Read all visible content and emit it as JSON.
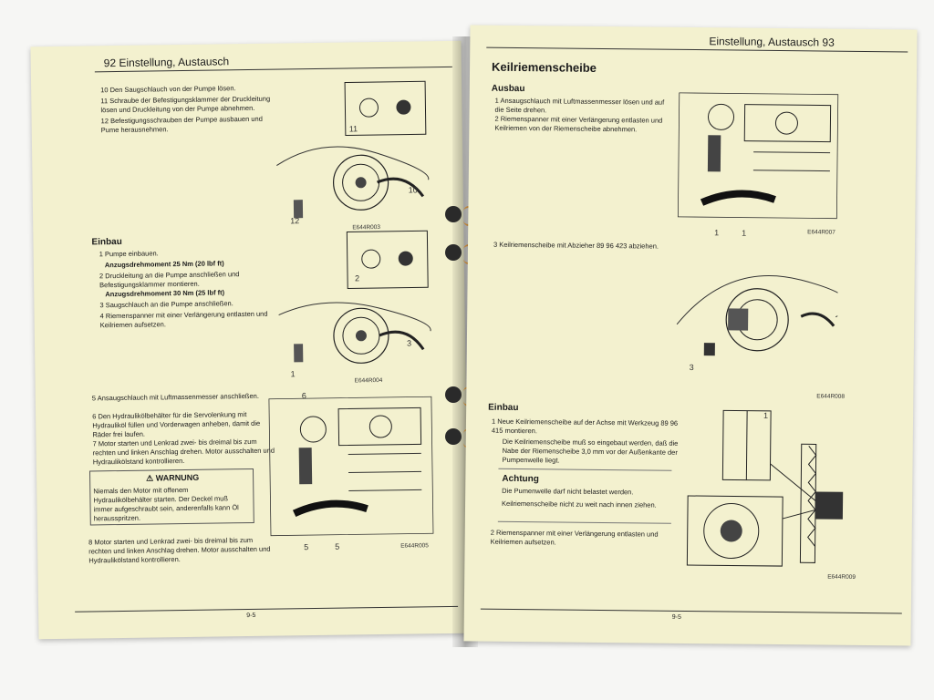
{
  "left_page": {
    "header": "92 Einstellung, Austausch",
    "steps_top": [
      "10 Den Saugschlauch von der Pumpe lösen.",
      "11 Schraube der Befestigungsklammer der Druckleitung lösen und Druckleitung von der Pumpe abnehmen.",
      "12 Befestigungsschrauben der Pumpe ausbauen und Pume herausnehmen."
    ],
    "einbau_heading": "Einbau",
    "einbau_steps": [
      "1 Pumpe einbauen.",
      "Anzugsdrehmoment 25 Nm (20 lbf ft)",
      "2 Druckleitung an die Pumpe anschließen und Befestigungsklammer montieren.",
      "Anzugsdrehmoment 30 Nm (25 lbf ft)",
      "3 Saugschlauch an die Pumpe anschließen.",
      "4 Riemenspanner mit einer Verlängerung entlasten und Keilriemen aufsetzen."
    ],
    "steps_lower": [
      "5 Ansaugschlauch mit Luftmassenmesser anschließen.",
      "6 Den Hydraulikölbehälter für die Servolenkung mit Hydrauliköl füllen und Vorderwagen anheben, damit die Räder frei laufen.",
      "7 Motor starten und Lenkrad zwei- bis dreimal bis zum rechten und linken Anschlag drehen. Motor ausschalten und Hydraulikölstand kontrollieren."
    ],
    "warning_title": "WARNUNG",
    "warning_text": "Niemals den Motor mit offenem Hydraulikölbehälter starten. Der Deckel muß immer aufgeschraubt sein, anderenfalls kann Öl herausspritzen.",
    "step8": "8 Motor starten und Lenkrad zwei- bis dreimal bis zum rechten und linken Anschlag drehen. Motor ausschalten und Hydraulikölstand kontrollieren.",
    "figure_codes": [
      "E644R003",
      "E644R004",
      "E644R005"
    ],
    "callouts": [
      "11",
      "10",
      "12",
      "2",
      "3",
      "1",
      "6",
      "5",
      "5"
    ],
    "footer": "9-5"
  },
  "right_page": {
    "header": "Einstellung, Austausch 93",
    "title": "Keilriemenscheibe",
    "ausbau_heading": "Ausbau",
    "ausbau_steps": [
      "1 Ansaugschlauch mit Luftmassenmesser lösen und auf die Seite drehen.",
      "2 Riemenspanner mit einer Verlängerung entlasten und Keilriemen von der Riemenscheibe abnehmen.",
      "3 Keilriemenscheibe mit Abzieher 89 96 423 abziehen."
    ],
    "einbau_heading": "Einbau",
    "einbau_steps": [
      "1 Neue Keilriemenscheibe auf der Achse mit Werkzeug 89 96 415 montieren.",
      "Die Keilriemenscheibe muß so eingebaut werden, daß die Nabe der Riemenscheibe 3,0 mm vor der Außenkante der Pumpenwelle liegt."
    ],
    "achtung_title": "Achtung",
    "achtung_text": [
      "Die Pumenwelle darf nicht belastet werden.",
      "Keilriemenscheibe nicht zu weit nach innen ziehen."
    ],
    "step2": "2 Riemenspanner mit einer Verlängerung entlasten und Keilriemen aufsetzen.",
    "figure_codes": [
      "E644R007",
      "E644R008",
      "E644R009"
    ],
    "callouts": [
      "1",
      "1",
      "3",
      "1"
    ],
    "footer": "9-5"
  }
}
